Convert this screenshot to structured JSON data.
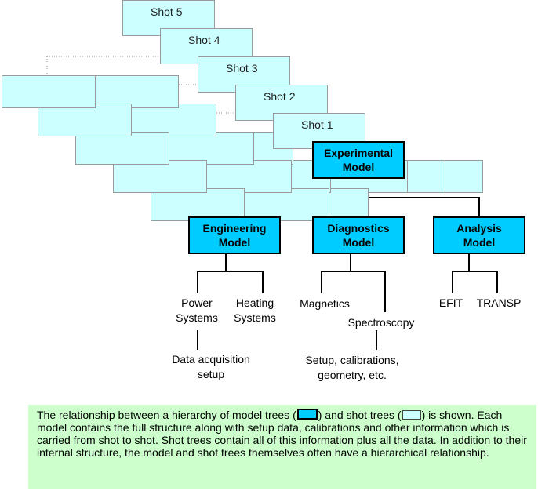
{
  "shots": [
    "Shot 5",
    "Shot 4",
    "Shot 3",
    "Shot 2",
    "Shot 1"
  ],
  "models": {
    "experimental": [
      "Experimental",
      "Model"
    ],
    "engineering": [
      "Engineering",
      "Model"
    ],
    "diagnostics": [
      "Diagnostics",
      "Model"
    ],
    "analysis": [
      "Analysis",
      "Model"
    ]
  },
  "nodes": {
    "power": [
      "Power",
      "Systems"
    ],
    "heating": [
      "Heating",
      "Systems"
    ],
    "data_acq": [
      "Data acquisition",
      "setup"
    ],
    "magnetics": [
      "Magnetics"
    ],
    "spectroscopy": [
      "Spectroscopy"
    ],
    "setup": [
      "Setup, calibrations,",
      "geometry, etc."
    ],
    "efit": [
      "EFIT"
    ],
    "transp": [
      "TRANSP"
    ]
  },
  "caption": {
    "part1": "The relationship between a hierarchy of model trees (",
    "part2": ") and shot trees (",
    "part3": ") is shown. Each model contains the full structure along with setup data, calibrations and other information which is carried from shot to shot.   Shot trees contain all of this information plus all the data.  In addition to their internal structure, the model and shot trees themselves often have a hierarchical relationship."
  },
  "colors": {
    "model_fill": "#00ccff",
    "shot_fill": "#ccffff",
    "shot_border": "#9a9a9a",
    "caption_bg": "#ccffcc"
  }
}
